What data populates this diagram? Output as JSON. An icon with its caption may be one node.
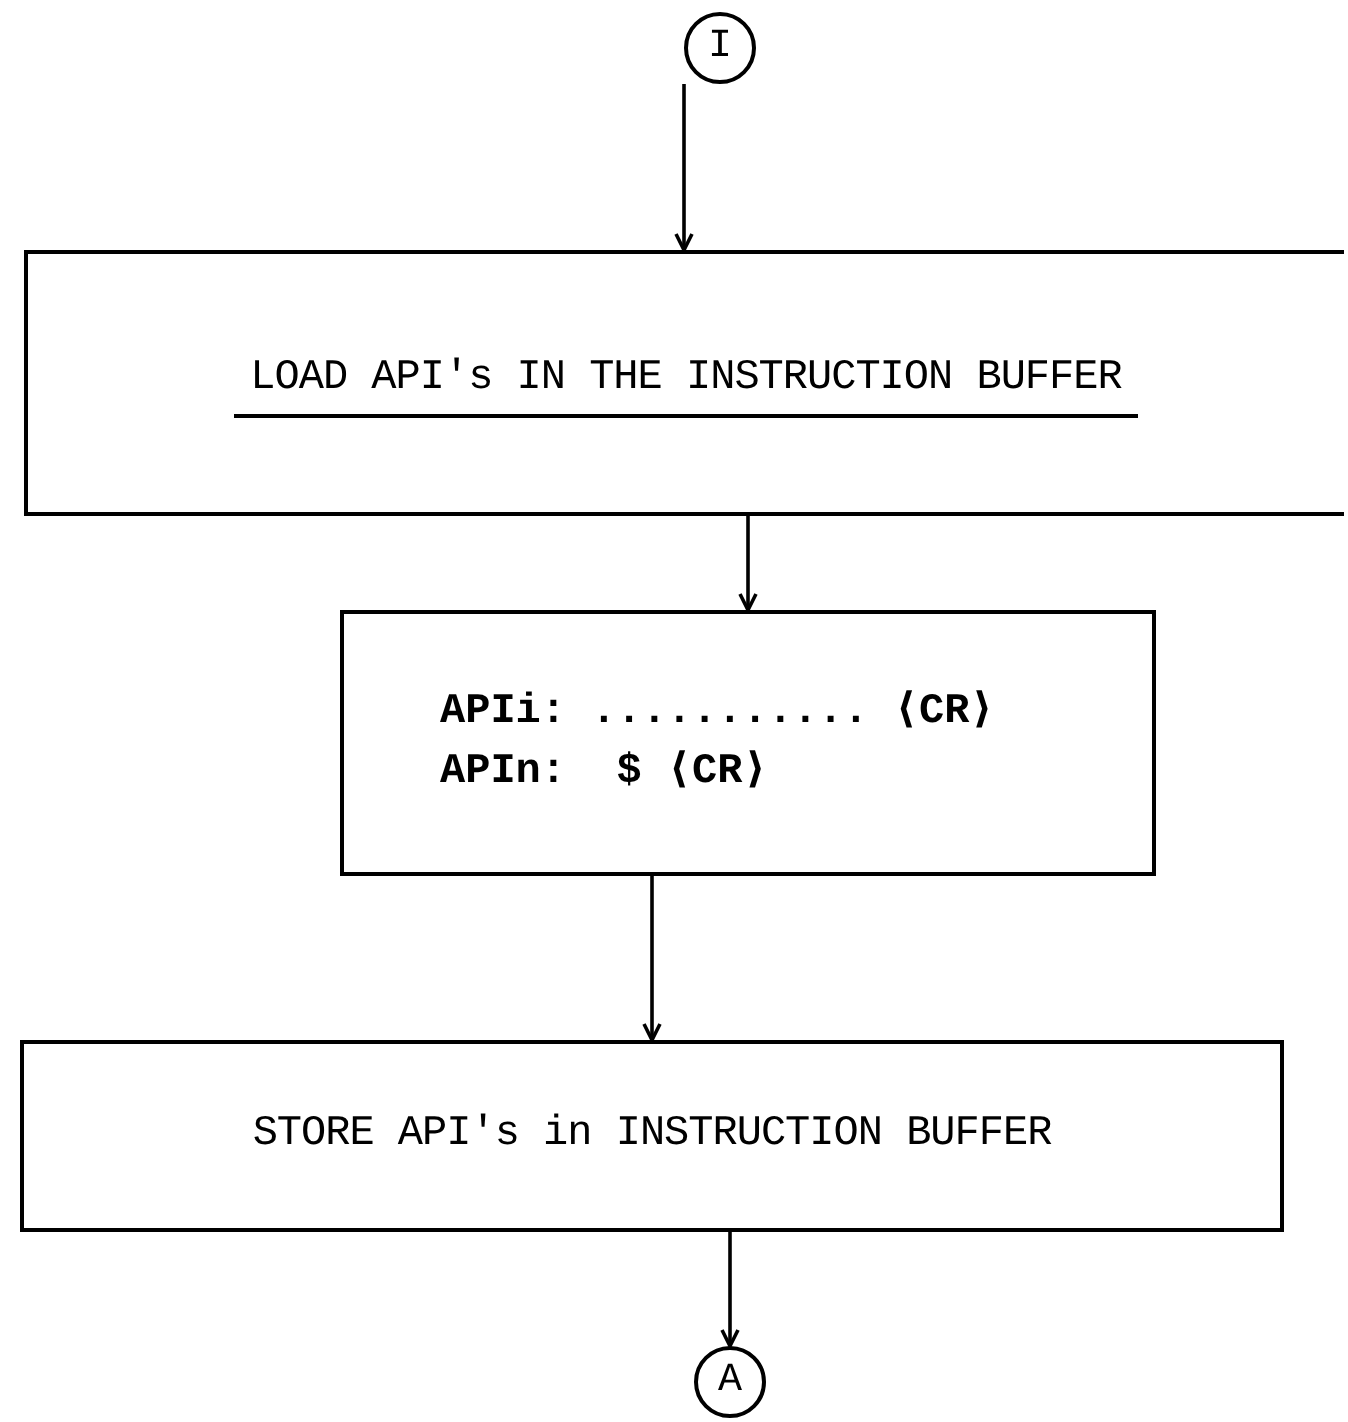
{
  "diagram": {
    "nodes": [
      {
        "text": [
          "I"
        ]
      },
      {
        "text": [
          "LOAD API's IN THE INSTRUCTION BUFFER"
        ]
      },
      {
        "text": [
          "APIi: ........... ⟨CR⟩",
          "APIn:  $ ⟨CR⟩"
        ]
      },
      {
        "text": [
          "STORE API's in INSTRUCTION BUFFER"
        ]
      },
      {
        "text": [
          "A"
        ]
      }
    ],
    "edges": [
      {
        "from": 0,
        "to": 1,
        "arrow": "to"
      },
      {
        "from": 1,
        "to": 2,
        "arrow": "to"
      },
      {
        "from": 2,
        "to": 3,
        "arrow": "to"
      },
      {
        "from": 3,
        "to": 4,
        "arrow": "to"
      }
    ]
  }
}
